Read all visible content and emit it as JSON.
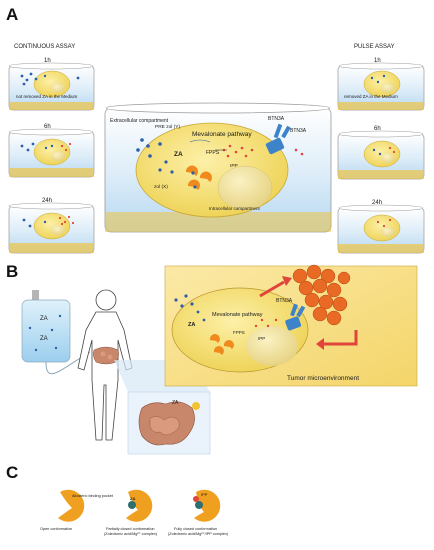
{
  "panel_a": {
    "letter": "A",
    "continuous_title": "CONTINUOUS ASSAY",
    "pulse_title": "PULSE ASSAY",
    "time_1h": "1h",
    "time_6h": "6h",
    "time_24h": "24h",
    "continuous_note": "not removed ZA in the Medium",
    "pulse_note": "removed ZA in the Medium",
    "extracellular_label": "Extracellular compartment",
    "intracellular_label": "Intracellular compartment",
    "pathway_label": "Mevalonate pathway",
    "pre_zol_label": "PRE zol (Y)",
    "zol_label": "zol (X)",
    "za_label": "ZA",
    "fpps_label": "FPPS",
    "ipp_label": "IPP",
    "btn3a_label_1": "BTN3A",
    "btn3a_label_2": "BTN3A"
  },
  "panel_b": {
    "letter": "B",
    "bag_label_1": "ZA",
    "bag_label_2": "ZA",
    "pathway_label": "Mevalonate pathway",
    "fpps_label": "FPPS",
    "ipp_label": "IPP",
    "btn3a_label": "BTN3A",
    "za_label": "ZA",
    "tumor_label": "Tumor microenvironment",
    "colon_label": "ZA"
  },
  "panel_c": {
    "letter": "C",
    "allosteric_label": "Allosteric binding pocket",
    "za_label": "ZA",
    "ipp_label": "IPP",
    "caption_open": "Open conformation",
    "caption_partial_1": "Partially closed conformation",
    "caption_partial_2": "(Zoledronic acid/Mg²⁺ complex)",
    "caption_full_1": "Fully closed conformation",
    "caption_full_2": "(Zoledronic acid/Mg²⁺/IPP complex)"
  },
  "colors": {
    "cell_yellow": "#f6dc6a",
    "medium_blue": "#cfe6f7",
    "enzyme_orange": "#f08a1c",
    "receptor_blue": "#3d83c9",
    "accent_red": "#e0453a"
  }
}
